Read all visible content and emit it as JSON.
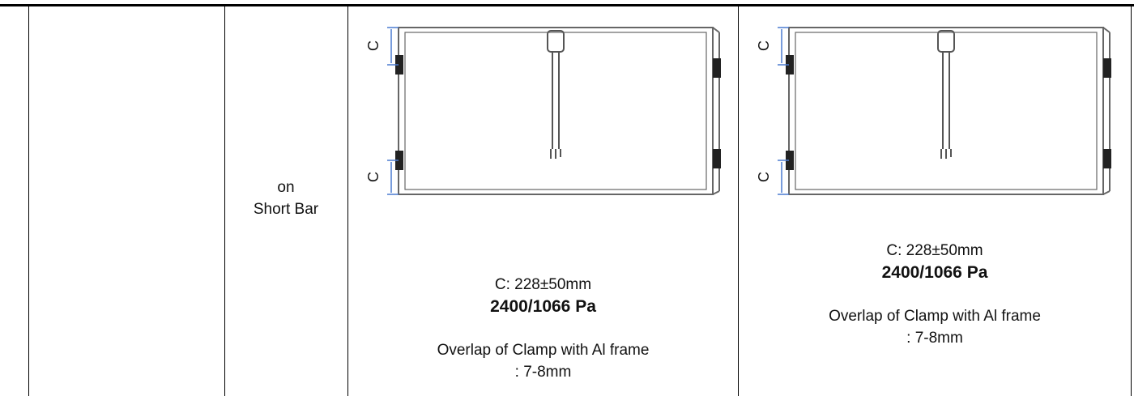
{
  "row": {
    "label_line1": "on",
    "label_line2": "Short Bar"
  },
  "panels": [
    {
      "dim_label_top": "C",
      "dim_label_bottom": "C",
      "spec": "C: 228±50mm",
      "load": "2400/1066 Pa",
      "overlap_line1": "Overlap of Clamp with Al frame",
      "overlap_line2": ": 7-8mm"
    },
    {
      "dim_label_top": "C",
      "dim_label_bottom": "C",
      "spec": "C: 228±50mm",
      "load": "2400/1066 Pa",
      "overlap_line1": "Overlap of Clamp with Al frame",
      "overlap_line2": ": 7-8mm"
    }
  ]
}
